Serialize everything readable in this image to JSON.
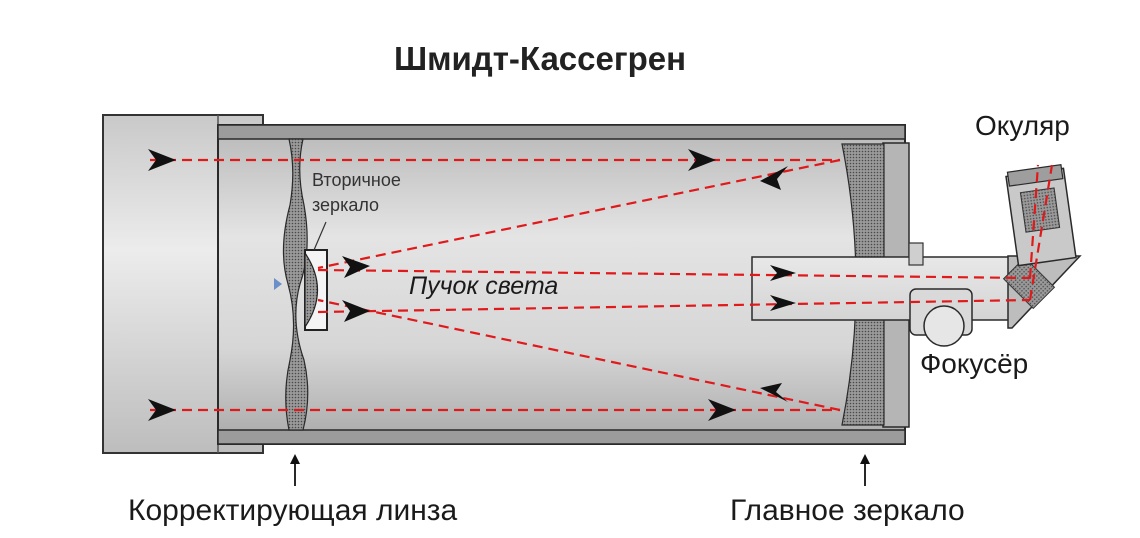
{
  "title": "Шмидт-Кассегрен",
  "labels": {
    "secondary_mirror_line1": "Вторичное",
    "secondary_mirror_line2": "зеркало",
    "light_beam": "Пучок света",
    "eyepiece": "Окуляр",
    "focuser": "Фокусёр",
    "corrector_lens": "Корректирующая линза",
    "primary_mirror": "Главное зеркало"
  },
  "colors": {
    "ray": "#e0191b",
    "tube_fill": "#cfcfcf",
    "tube_edge": "#2a2a2a",
    "arrow": "#111111",
    "mirror_hatch": "#555555"
  }
}
